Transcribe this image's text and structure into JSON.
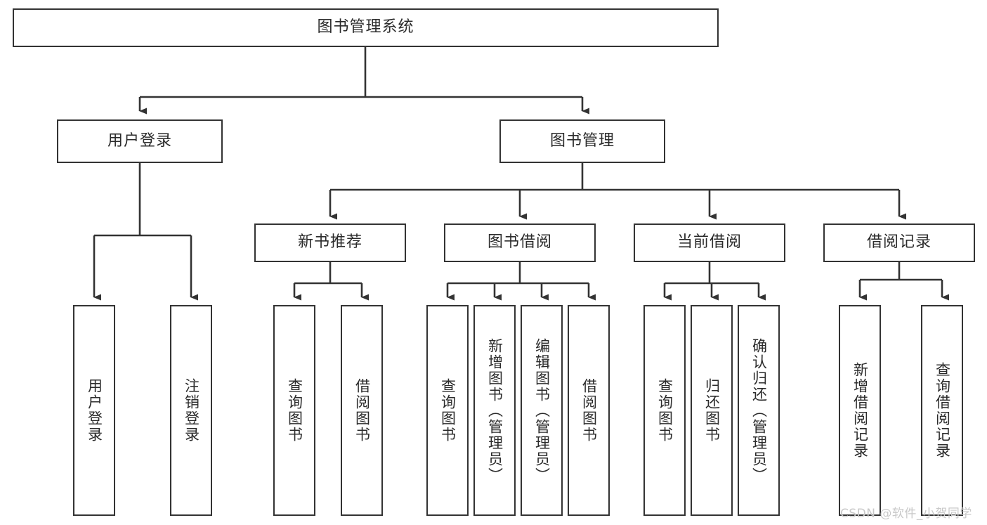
{
  "diagram": {
    "type": "tree",
    "title": "图书管理系统",
    "orientation": "top-down",
    "watermark": "CSDN @软件_小贺同学",
    "colors": {
      "box_border": "#333333",
      "box_fill": "#ffffff",
      "connector": "#333333",
      "text": "#2b2b2b",
      "watermark": "#c9c9c9",
      "background": "#ffffff"
    },
    "nodes": {
      "root": {
        "label": "图书管理系统",
        "level": 0,
        "text_orientation": "horizontal"
      },
      "l1": [
        {
          "id": "user-login",
          "label": "用户登录",
          "level": 1,
          "text_orientation": "horizontal"
        },
        {
          "id": "book-management",
          "label": "图书管理",
          "level": 1,
          "text_orientation": "horizontal"
        }
      ],
      "l2": [
        {
          "id": "new-book-recommend",
          "label": "新书推荐",
          "level": 2,
          "parent": "book-management",
          "text_orientation": "horizontal"
        },
        {
          "id": "book-borrow",
          "label": "图书借阅",
          "level": 2,
          "parent": "book-management",
          "text_orientation": "horizontal"
        },
        {
          "id": "current-borrow",
          "label": "当前借阅",
          "level": 2,
          "parent": "book-management",
          "text_orientation": "horizontal"
        },
        {
          "id": "borrow-record",
          "label": "借阅记录",
          "level": 2,
          "parent": "book-management",
          "text_orientation": "horizontal"
        }
      ],
      "leaves": [
        {
          "id": "leaf-user-login",
          "label": "用户登录",
          "parent": "user-login",
          "text_orientation": "vertical"
        },
        {
          "id": "leaf-user-logout",
          "label": "注销登录",
          "parent": "user-login",
          "text_orientation": "vertical"
        },
        {
          "id": "leaf-query-book-recommend",
          "label": "查询图书",
          "parent": "new-book-recommend",
          "text_orientation": "vertical"
        },
        {
          "id": "leaf-borrow-book-recommend",
          "label": "借阅图书",
          "parent": "new-book-recommend",
          "text_orientation": "vertical"
        },
        {
          "id": "leaf-query-book-borrow",
          "label": "查询图书",
          "parent": "book-borrow",
          "text_orientation": "vertical"
        },
        {
          "id": "leaf-add-book",
          "label": "新增图书（管理员）",
          "parent": "book-borrow",
          "text_orientation": "vertical"
        },
        {
          "id": "leaf-edit-book",
          "label": "编辑图书（管理员）",
          "parent": "book-borrow",
          "text_orientation": "vertical"
        },
        {
          "id": "leaf-borrow-book",
          "label": "借阅图书",
          "parent": "book-borrow",
          "text_orientation": "vertical"
        },
        {
          "id": "leaf-query-book-current",
          "label": "查询图书",
          "parent": "current-borrow",
          "text_orientation": "vertical"
        },
        {
          "id": "leaf-return-book",
          "label": "归还图书",
          "parent": "current-borrow",
          "text_orientation": "vertical"
        },
        {
          "id": "leaf-confirm-return",
          "label": "确认归还（管理员）",
          "parent": "current-borrow",
          "text_orientation": "vertical"
        },
        {
          "id": "leaf-add-borrow-record",
          "label": "新增借阅记录",
          "parent": "borrow-record",
          "text_orientation": "vertical"
        },
        {
          "id": "leaf-query-borrow-record",
          "label": "查询借阅记录",
          "parent": "borrow-record",
          "text_orientation": "vertical"
        }
      ]
    }
  }
}
